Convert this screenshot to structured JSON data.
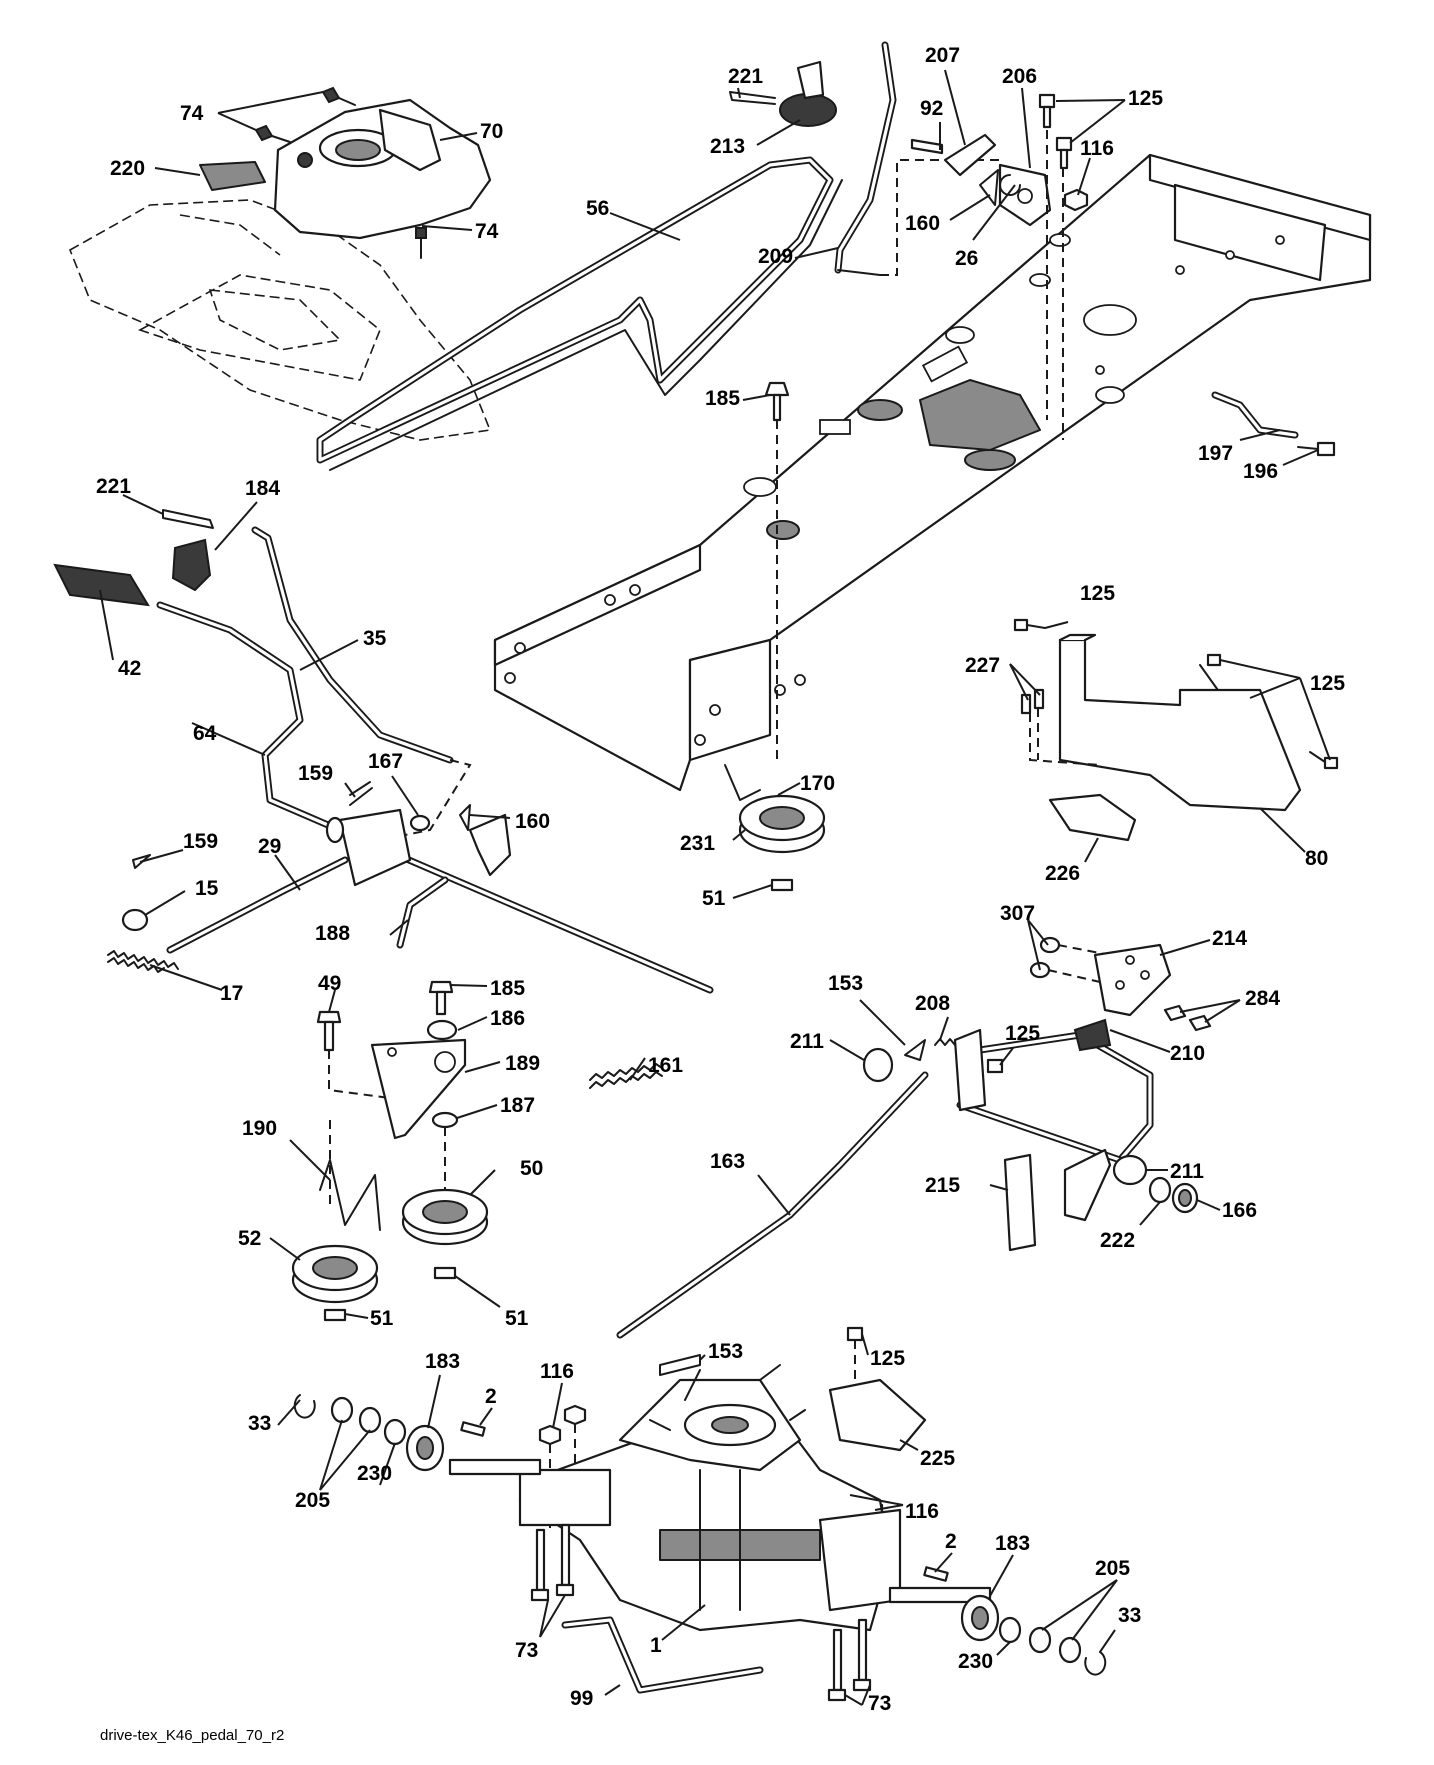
{
  "diagram_id": "drive-tex_K46_pedal_70_r2",
  "callouts": {
    "c74": "74",
    "c70": "70",
    "c220": "220",
    "c56": "56",
    "c221": "221",
    "c213": "213",
    "c207": "207",
    "c206": "206",
    "c125": "125",
    "c92": "92",
    "c116": "116",
    "c160": "160",
    "c26": "26",
    "c209": "209",
    "c185": "185",
    "c197": "197",
    "c196": "196",
    "c184": "184",
    "c42": "42",
    "c35": "35",
    "c64": "64",
    "c159": "159",
    "c167": "167",
    "c29": "29",
    "c15": "15",
    "c17": "17",
    "c188": "188",
    "c170": "170",
    "c231": "231",
    "c51": "51",
    "c227": "227",
    "c80": "80",
    "c226": "226",
    "c307": "307",
    "c214": "214",
    "c284": "284",
    "c49": "49",
    "c186": "186",
    "c189": "189",
    "c187": "187",
    "c161": "161",
    "c190": "190",
    "c50": "50",
    "c52": "52",
    "c153": "153",
    "c208": "208",
    "c211": "211",
    "c210": "210",
    "c163": "163",
    "c215": "215",
    "c222": "222",
    "c166": "166",
    "c183": "183",
    "c2": "2",
    "c33": "33",
    "c205": "205",
    "c230": "230",
    "c225": "225",
    "c73": "73",
    "c1": "1",
    "c99": "99"
  }
}
